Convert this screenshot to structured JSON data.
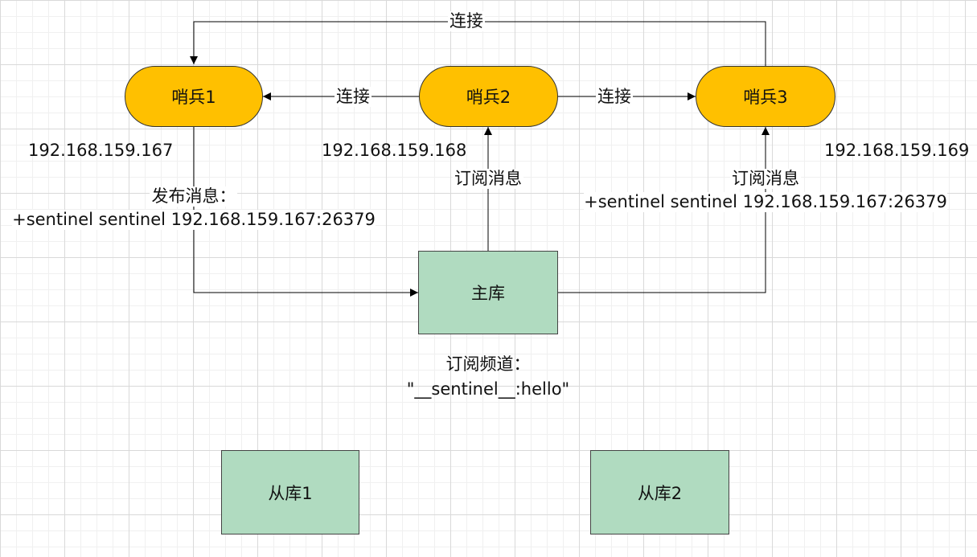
{
  "nodes": {
    "sentinel1": "哨兵1",
    "sentinel2": "哨兵2",
    "sentinel3": "哨兵3",
    "master": "主库",
    "replica1": "从库1",
    "replica2": "从库2"
  },
  "ips": {
    "sentinel1": "192.168.159.167",
    "sentinel2": "192.168.159.168",
    "sentinel3": "192.168.159.169"
  },
  "edge_labels": {
    "connect_top": "连接",
    "connect_2_to_1": "连接",
    "connect_2_to_3": "连接",
    "subscribe_2": "订阅消息",
    "subscribe_3": "订阅消息",
    "subscribe_3_msg": "+sentinel  sentinel 192.168.159.167:26379",
    "publish_1": "发布消息：",
    "publish_1_msg": "+sentinel  sentinel 192.168.159.167:26379"
  },
  "channel": {
    "title": "订阅频道：",
    "name": "\"__sentinel__:hello\""
  },
  "colors": {
    "sentinel_fill": "#ffc000",
    "database_fill": "#b0dbc0",
    "edge": "#000000"
  }
}
